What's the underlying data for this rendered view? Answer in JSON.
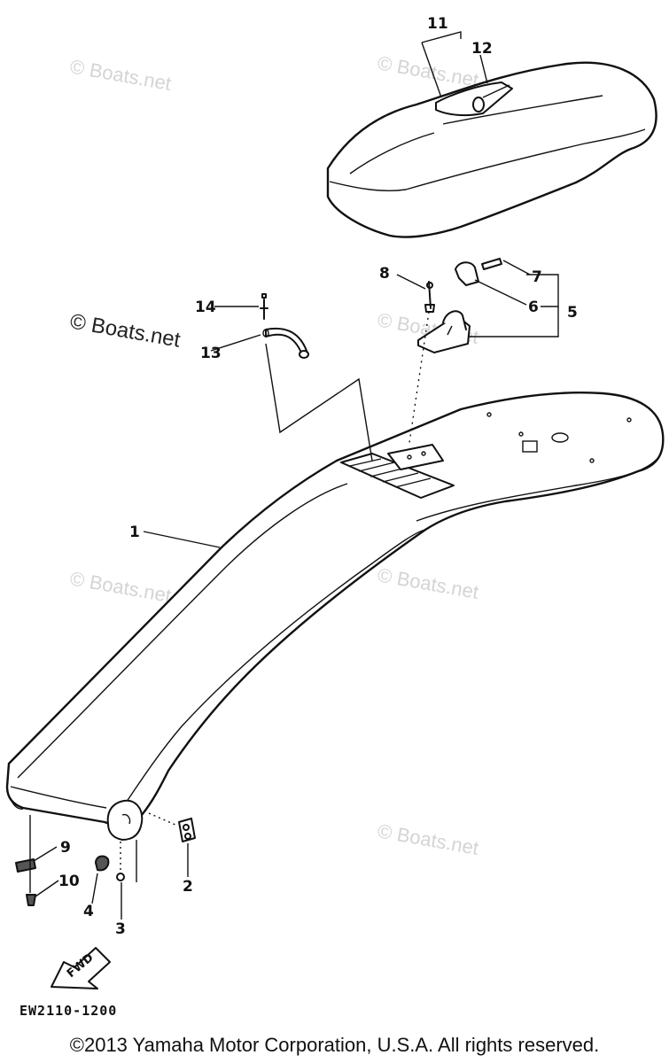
{
  "watermarks": [
    "© Boats.net",
    "© Boats.net",
    "© Boats.net",
    "© Boats.net",
    "© Boats.net",
    "© Boats.net",
    "© Boats.net"
  ],
  "part_labels": {
    "p1": "1",
    "p2": "2",
    "p3": "3",
    "p4": "4",
    "p5": "5",
    "p6": "6",
    "p7": "7",
    "p8": "8",
    "p9": "9",
    "p10": "10",
    "p11": "11",
    "p12": "12",
    "p13": "13",
    "p14": "14"
  },
  "diagram_code": "EW2110-1200",
  "fwd_label": "FWD",
  "copyright": "©2013 Yamaha Motor Corporation, U.S.A. All rights reserved."
}
